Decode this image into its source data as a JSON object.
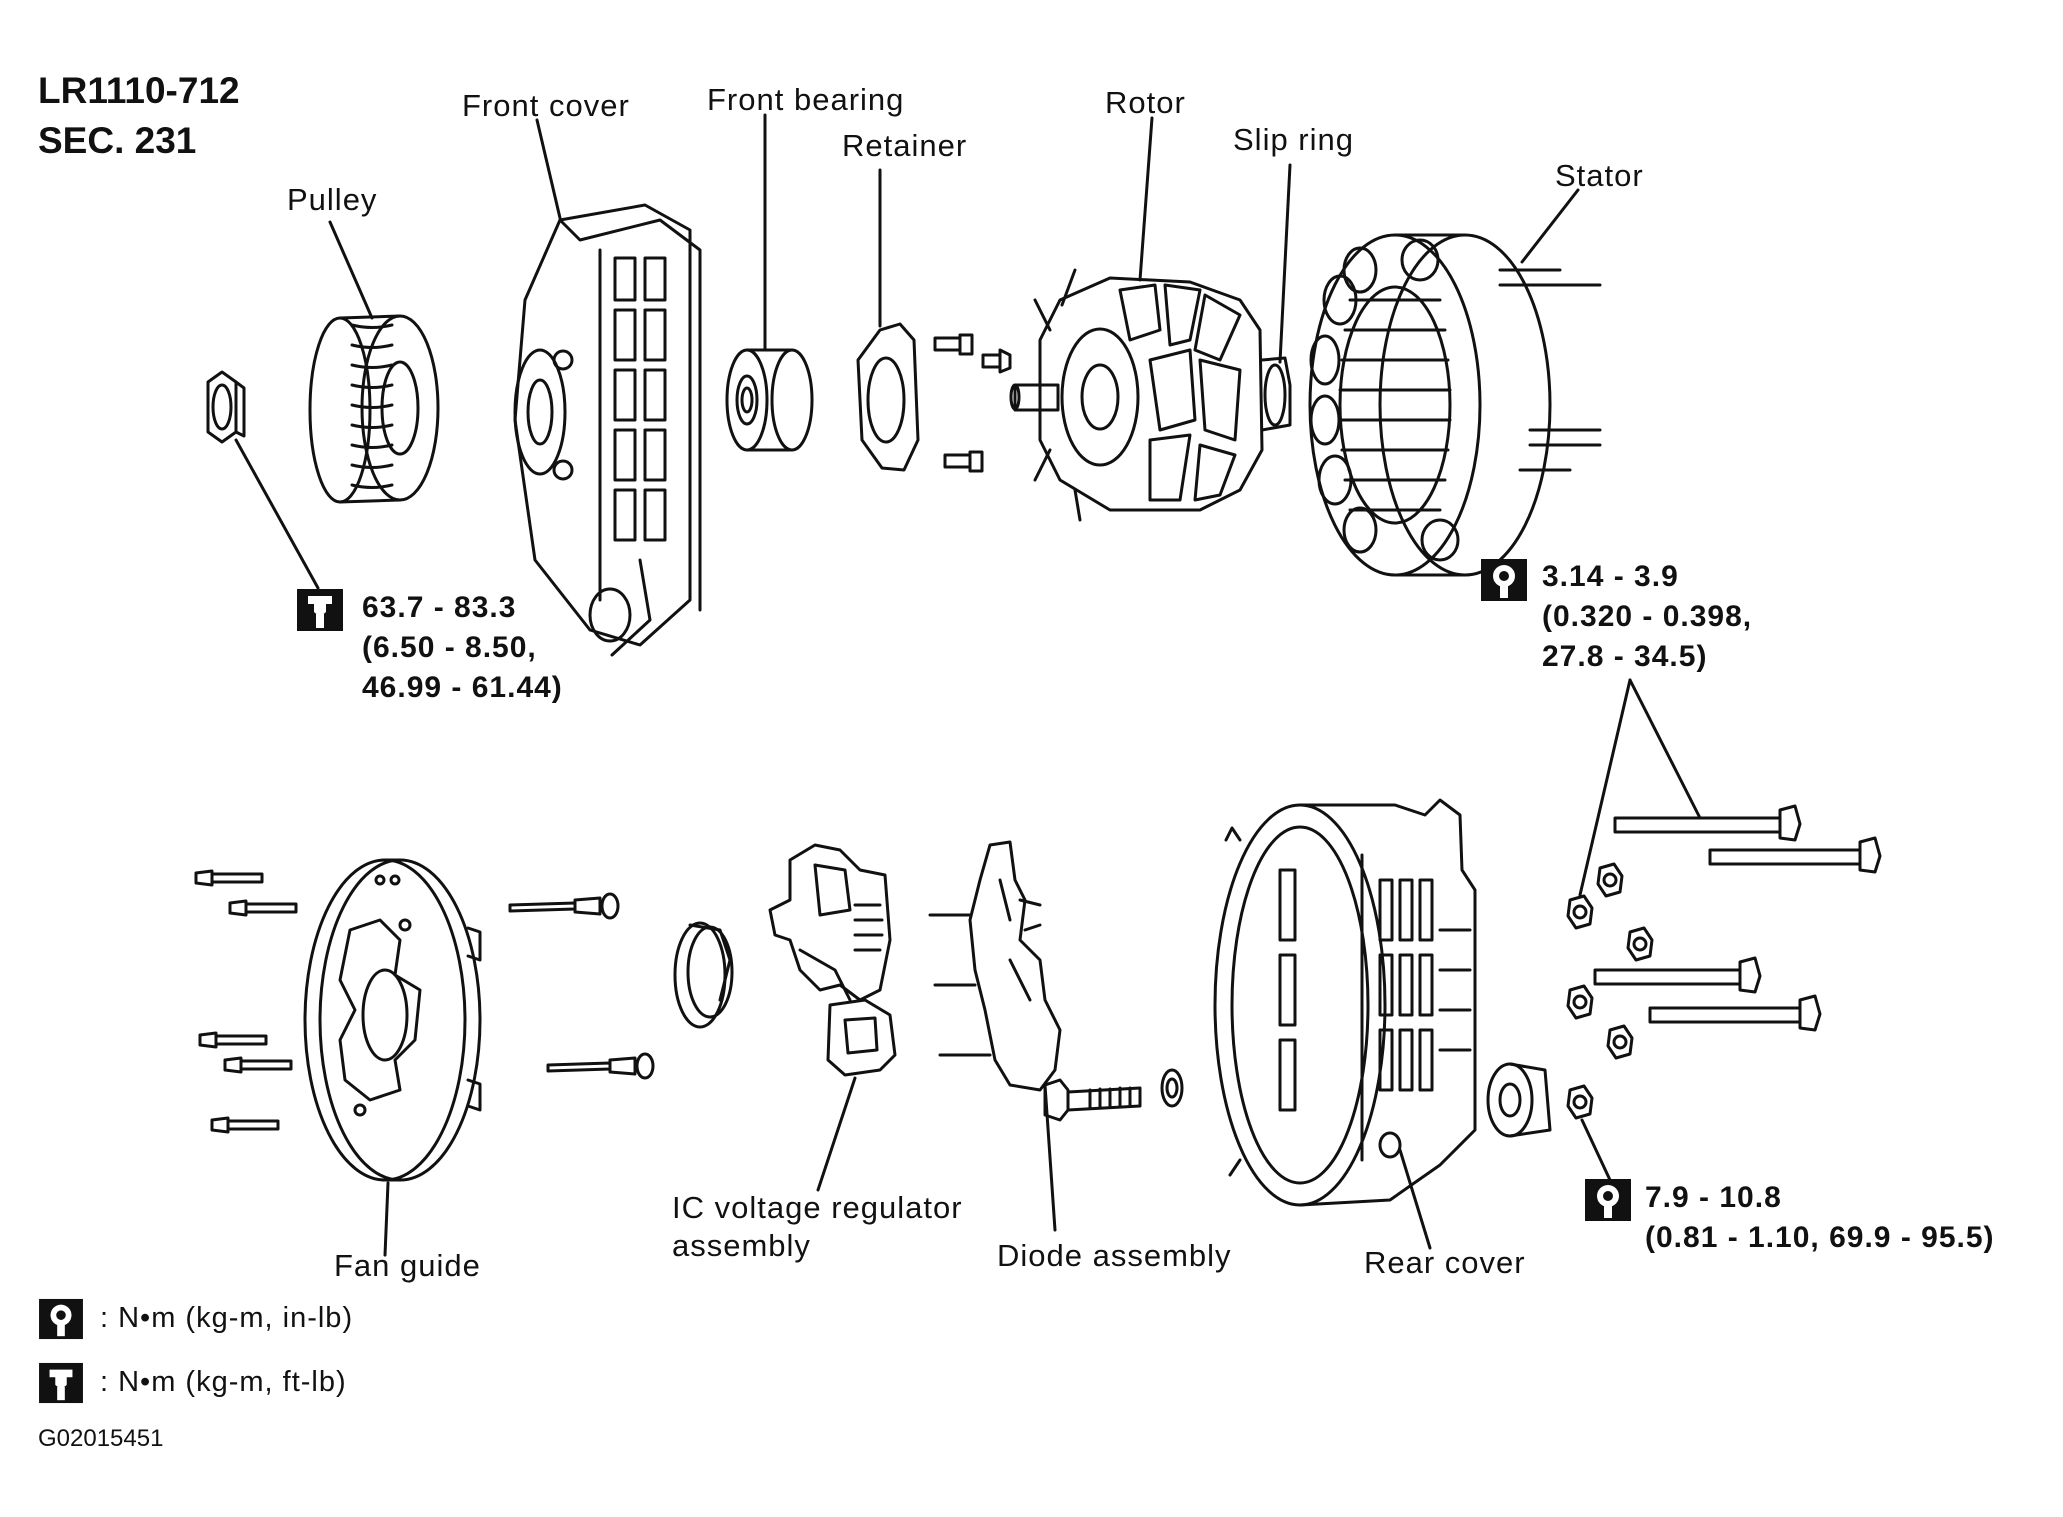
{
  "header": {
    "model": "LR1110-712",
    "section": "SEC. 231"
  },
  "parts": {
    "pulley": "Pulley",
    "front_cover": "Front cover",
    "front_bearing": "Front bearing",
    "retainer": "Retainer",
    "rotor": "Rotor",
    "slip_ring": "Slip ring",
    "stator": "Stator",
    "fan_guide": "Fan guide",
    "ic_regulator_line1": "IC voltage regulator",
    "ic_regulator_line2": "assembly",
    "diode_assembly": "Diode assembly",
    "rear_cover": "Rear cover"
  },
  "torques": {
    "pulley_nut": {
      "line1": "63.7 - 83.3",
      "line2": "(6.50 - 8.50,",
      "line3": "46.99 - 61.44)",
      "icon": "wrench-ft-lb-icon"
    },
    "stator_screws": {
      "line1": "3.14 - 3.9",
      "line2": "(0.320 - 0.398,",
      "line3": "27.8 - 34.5)",
      "icon": "wrench-in-lb-icon"
    },
    "rear_nuts": {
      "line1": "7.9 - 10.8",
      "line2": "(0.81 - 1.10, 69.9 - 95.5)",
      "icon": "wrench-in-lb-icon"
    }
  },
  "legend": {
    "in_lb": ": N•m (kg-m, in-lb)",
    "ft_lb": ": N•m (kg-m, ft-lb)"
  },
  "figure_code": "G02015451"
}
